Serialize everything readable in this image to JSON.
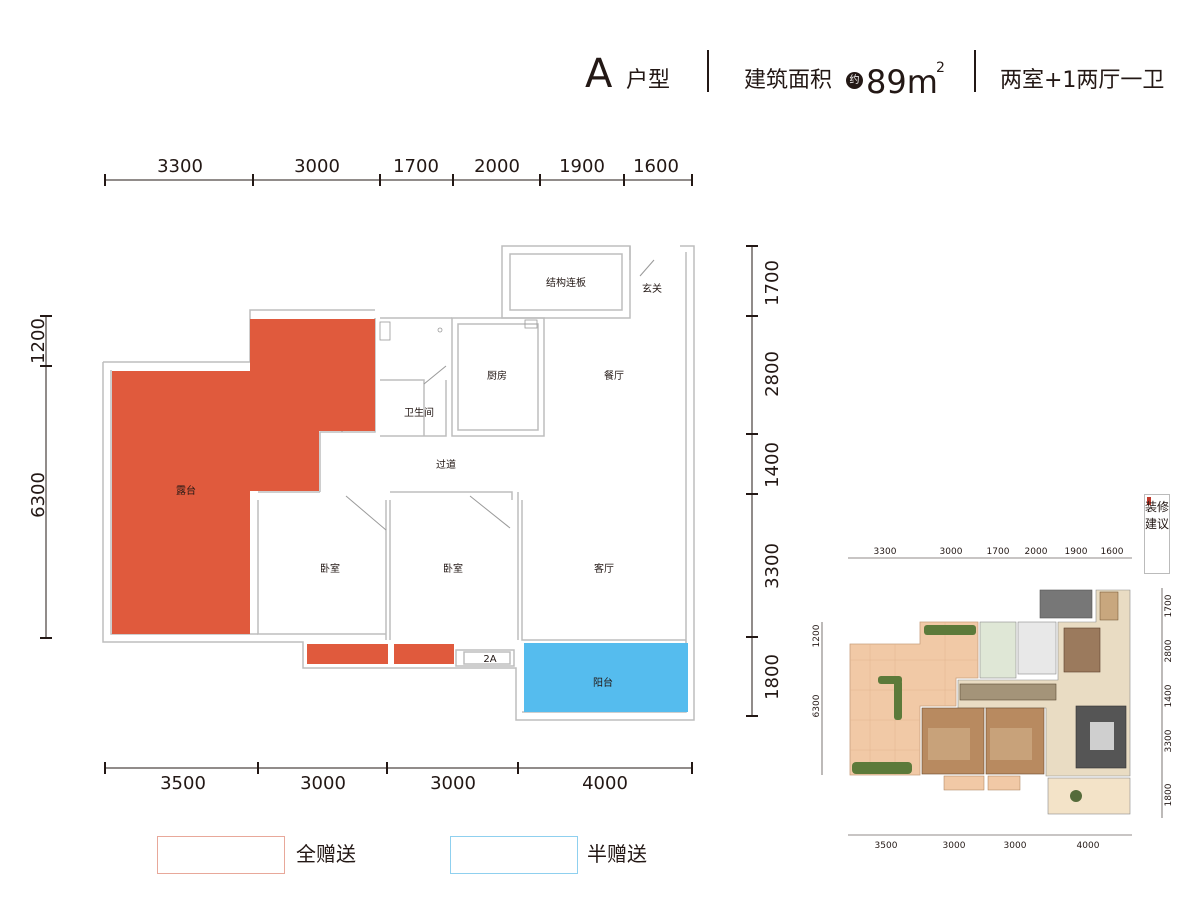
{
  "header": {
    "unit_letter": "A",
    "unit_type": "户型",
    "area_label": "建筑面积",
    "approx": "约",
    "area_value": "89m",
    "area_sup": "2",
    "layout": "两室+1两厅一卫"
  },
  "plan": {
    "top_dims": [
      "3300",
      "3000",
      "1700",
      "2000",
      "1900",
      "1600"
    ],
    "bottom_dims": [
      "3500",
      "3000",
      "3000",
      "4000"
    ],
    "left_dims": [
      "1200",
      "6300"
    ],
    "right_dims": [
      "1700",
      "2800",
      "1400",
      "3300",
      "1800"
    ],
    "rooms": {
      "structure_slab": "结构连板",
      "entrance": "玄关",
      "kitchen": "厨房",
      "dining": "餐厅",
      "bathroom": "卫生间",
      "corridor": "过道",
      "terrace": "露台",
      "bedroom1": "卧室",
      "bedroom2": "卧室",
      "living": "客厅",
      "balcony": "阳台",
      "ac_unit": "2A"
    },
    "colors": {
      "full_gift": "#e05a3d",
      "half_gift": "#55bcee",
      "wall": "#bdbdbd"
    }
  },
  "legend": {
    "full_gift": "全赠送",
    "half_gift": "半赠送",
    "full_border": "#e8a89a",
    "half_border": "#8fd0ef"
  },
  "deco": {
    "text": "装修建议"
  },
  "mini": {
    "top_dims": [
      "3300",
      "3000",
      "1700",
      "2000",
      "1900",
      "1600"
    ],
    "bottom_dims": [
      "3500",
      "3000",
      "3000",
      "4000"
    ],
    "left_dims": [
      "1200",
      "6300"
    ],
    "right_dims": [
      "1700",
      "2800",
      "1400",
      "3300",
      "1800"
    ]
  }
}
